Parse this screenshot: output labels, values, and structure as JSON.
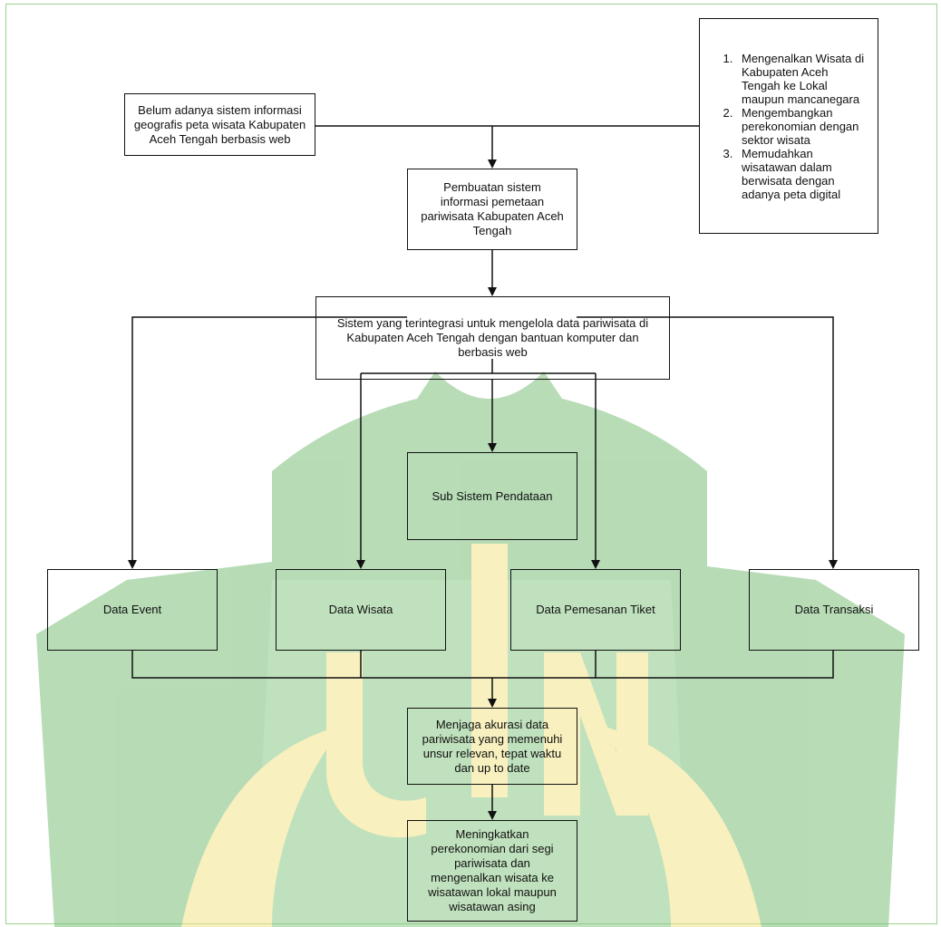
{
  "problem": "Belum adanya sistem informasi geografis peta wisata Kabupaten Aceh Tengah berbasis web",
  "goals": [
    "Mengenalkan Wisata di Kabupaten Aceh Tengah ke Lokal maupun mancanegara",
    "Mengembangkan perekonomian dengan sektor wisata",
    "Memudahkan wisatawan dalam berwisata dengan adanya peta digital"
  ],
  "solution": "Pembuatan sistem informasi pemetaan pariwisata Kabupaten Aceh Tengah",
  "system": "Sistem yang terintegrasi untuk mengelola data pariwisata di Kabupaten Aceh Tengah dengan bantuan komputer dan berbasis web",
  "subsystem": "Sub Sistem Pendataan",
  "data_items": [
    "Data Event",
    "Data Wisata",
    "Data Pemesanan Tiket",
    "Data Transaksi"
  ],
  "outcome": "Menjaga akurasi data pariwisata yang memenuhi unsur relevan, tepat waktu dan up to date",
  "impact": "Meningkatkan perekonomian dari segi pariwisata dan mengenalkan wisata ke wisatawan lokal maupun wisatawan asing",
  "colors": {
    "watermark_green": "#7cbf7a",
    "watermark_yellow": "#f3e58a",
    "frame": "#9bd38f"
  }
}
